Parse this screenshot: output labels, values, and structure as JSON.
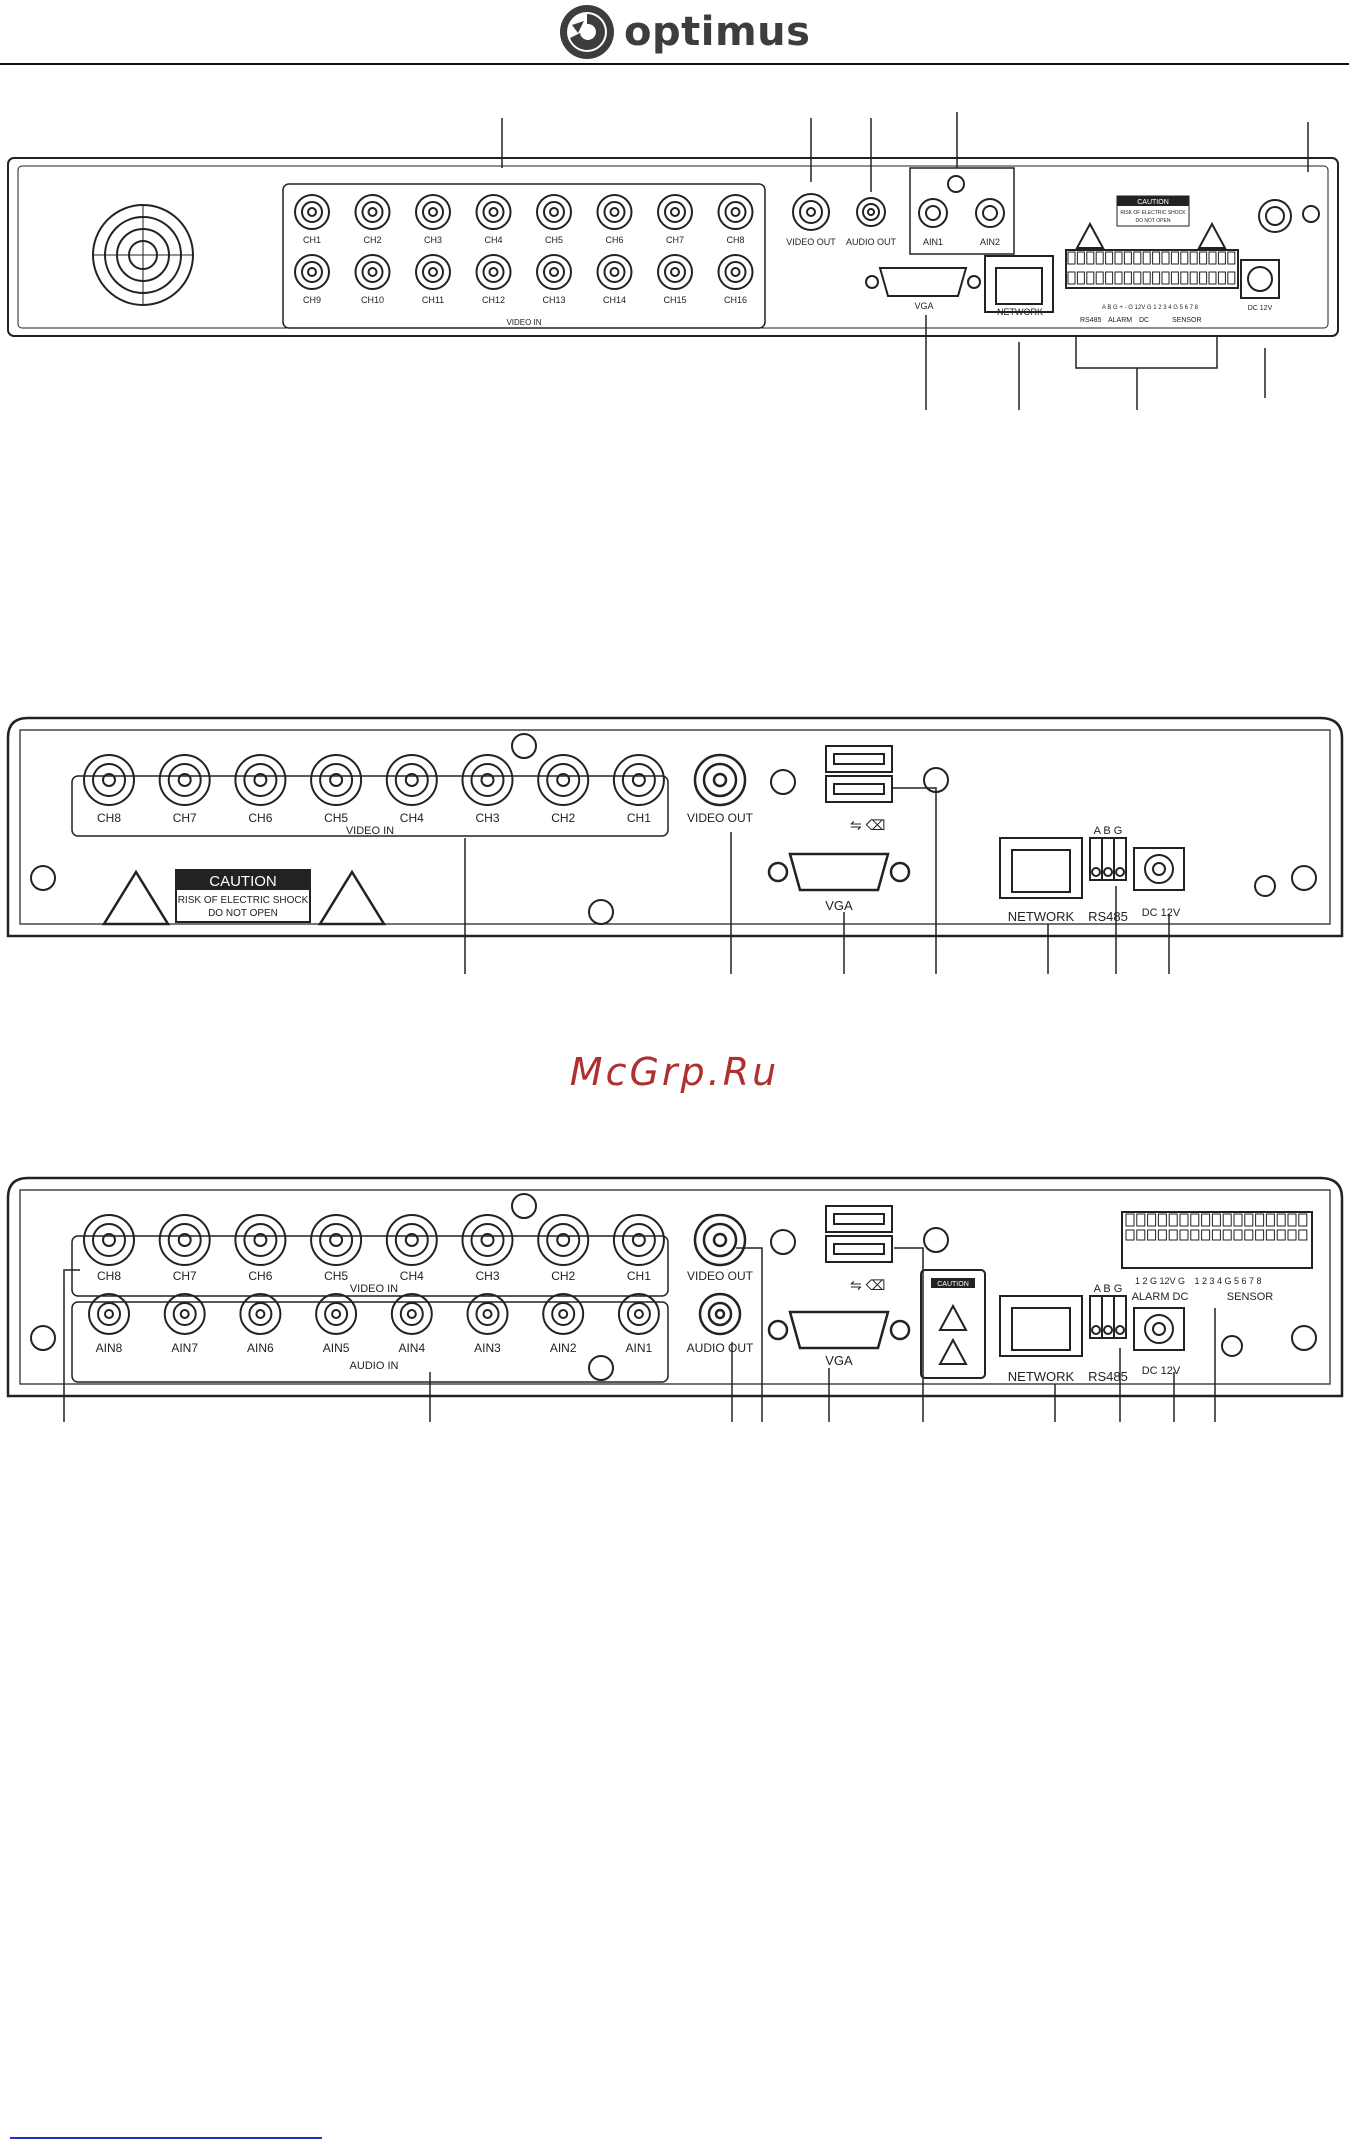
{
  "header": {
    "brand": "optimus"
  },
  "watermark": "McGrp.Ru",
  "panel1": {
    "video_in_top": [
      "CH1",
      "CH2",
      "CH3",
      "CH4",
      "CH5",
      "CH6",
      "CH7",
      "CH8"
    ],
    "video_in_bottom": [
      "CH9",
      "CH10",
      "CH11",
      "CH12",
      "CH13",
      "CH14",
      "CH15",
      "CH16"
    ],
    "video_in_label": "VIDEO IN",
    "video_out": "VIDEO OUT",
    "audio_out": "AUDIO OUT",
    "ain": [
      "AIN1",
      "AIN2"
    ],
    "vga": "VGA",
    "network": "NETWORK",
    "caution_title": "CAUTION",
    "caution_line1": "RISK OF ELECTRIC SHOCK",
    "caution_line2": "DO NOT OPEN",
    "terminal_labels": "A B G + - G 12V G 1 2 3 4 G 5 6 7 8",
    "rs485": "RS485",
    "alarm": "ALARM",
    "dc": "DC",
    "sensor": "SENSOR",
    "dc12v": "DC 12V"
  },
  "panel2": {
    "channels": [
      "CH8",
      "CH7",
      "CH6",
      "CH5",
      "CH4",
      "CH3",
      "CH2",
      "CH1"
    ],
    "video_in_label": "VIDEO IN",
    "video_out": "VIDEO OUT",
    "vga": "VGA",
    "network": "NETWORK",
    "rs485": "RS485",
    "abg": "A B G",
    "dc12v": "DC 12V",
    "caution_title": "CAUTION",
    "caution_line1": "RISK OF ELECTRIC SHOCK",
    "caution_line2": "DO NOT OPEN"
  },
  "panel3": {
    "channels": [
      "CH8",
      "CH7",
      "CH6",
      "CH5",
      "CH4",
      "CH3",
      "CH2",
      "CH1"
    ],
    "ain": [
      "AIN8",
      "AIN7",
      "AIN6",
      "AIN5",
      "AIN4",
      "AIN3",
      "AIN2",
      "AIN1"
    ],
    "video_in_label": "VIDEO IN",
    "audio_in_label": "AUDIO IN",
    "video_out": "VIDEO OUT",
    "audio_out": "AUDIO OUT",
    "vga": "VGA",
    "network": "NETWORK",
    "rs485": "RS485",
    "abg": "A B G",
    "alarm_dc": "ALARM DC",
    "dc12v": "DC 12V",
    "sensor": "SENSOR",
    "sensor_nums": "1 2 3 4 G 5 6 7 8",
    "alarm_nums": "1 2 G 12V G",
    "caution_title": "CAUTION"
  }
}
